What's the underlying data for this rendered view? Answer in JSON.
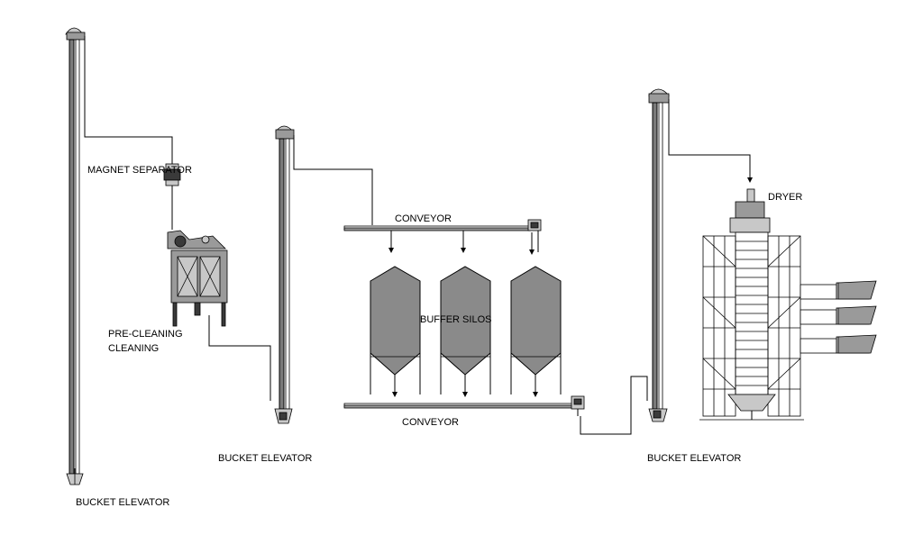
{
  "labels": {
    "magnet_separator": "MAGNET SEPARATOR",
    "pre_cleaning": "PRE-CLEANING",
    "cleaning": "CLEANING",
    "conveyor_top": "CONVEYOR",
    "conveyor_bottom": "CONVEYOR",
    "buffer_silos": "BUFFER SILOS",
    "dryer": "DRYER",
    "bucket_elevator_left": "BUCKET ELEVATOR",
    "bucket_elevator_middle": "BUCKET ELEVATOR",
    "bucket_elevator_right": "BUCKET ELEVATOR"
  }
}
